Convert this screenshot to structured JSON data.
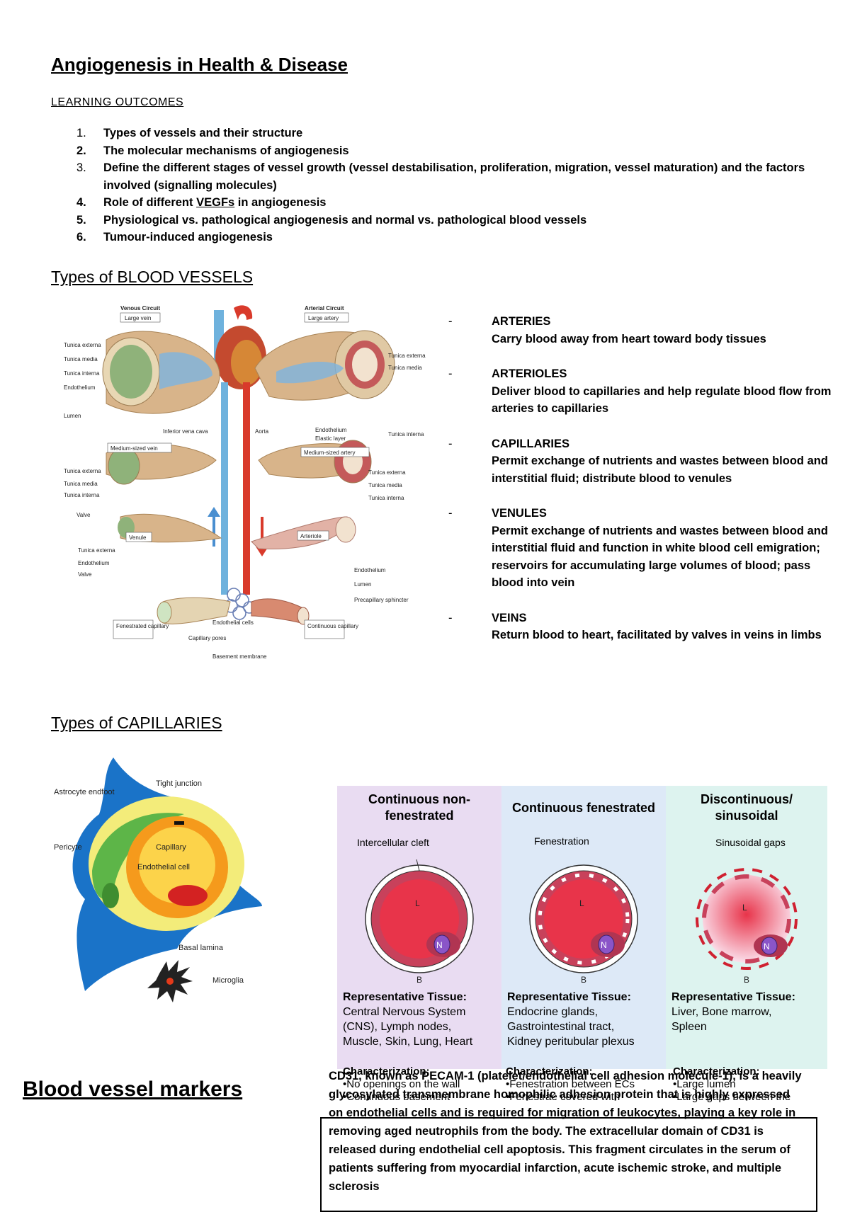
{
  "title": "Angiogenesis in Health & Disease",
  "learning_outcomes": {
    "label": "LEARNING OUTCOMES",
    "items": [
      {
        "num": "1.",
        "text": "Types of vessels and their structure"
      },
      {
        "num": "2.",
        "text": "The molecular mechanisms of angiogenesis"
      },
      {
        "num": "3.",
        "text": "Define the different stages of vessel growth (vessel destabilisation, proliferation, migration, vessel maturation) and the factors involved (signalling molecules)"
      },
      {
        "num": "4.",
        "text_pre": "Role of different ",
        "text_u": "VEGFs",
        "text_post": " in angiogenesis"
      },
      {
        "num": "5.",
        "text": "Physiological vs. pathological angiogenesis and normal vs. pathological blood vessels"
      },
      {
        "num": "6.",
        "text": "Tumour-induced angiogenesis"
      }
    ]
  },
  "blood_vessels": {
    "heading": "Types of BLOOD VESSELS",
    "figure_labels": {
      "venous_circuit": "Venous Circuit",
      "arterial_circuit": "Arterial Circuit",
      "large_vein": "Large vein",
      "large_artery": "Large artery",
      "tunica_externa": "Tunica externa",
      "tunica_media": "Tunica media",
      "tunica_interna": "Tunica interna",
      "endothelium": "Endothelium",
      "lumen": "Lumen",
      "inferior_vena_cava": "Inferior vena cava",
      "aorta": "Aorta",
      "elastic_layer": "Elastic layer",
      "medium_vein": "Medium-sized vein",
      "medium_artery": "Medium-sized artery",
      "valve": "Valve",
      "venule": "Venule",
      "arteriole": "Arteriole",
      "precapillary": "Precapillary sphincter",
      "endothelial_cells": "Endothelial cells",
      "fenestrated_capillary": "Fenestrated capillary",
      "continuous_capillary": "Continuous capillary",
      "capillary_pores": "Capillary pores",
      "basement_membrane": "Basement membrane"
    },
    "list": [
      {
        "name": "ARTERIES",
        "desc": "Carry blood away from heart toward body tissues"
      },
      {
        "name": "ARTERIOLES",
        "desc": "Deliver blood to capillaries and help regulate blood flow from arteries to capillaries"
      },
      {
        "name": "CAPILLARIES",
        "desc": "Permit exchange of nutrients and wastes between blood and interstitial fluid; distribute blood to venules"
      },
      {
        "name": "VENULES",
        "desc": "Permit exchange of nutrients and wastes between blood and interstitial fluid and function in white blood cell emigration; reservoirs for accumulating large volumes of blood; pass blood into vein"
      },
      {
        "name": "VEINS",
        "desc": "Return blood to heart, facilitated by valves in veins in limbs"
      }
    ]
  },
  "capillaries": {
    "heading": "Types of CAPILLARIES",
    "bbb_labels": {
      "astrocyte": "Astrocyte endfoot",
      "tight_junction": "Tight junction",
      "pericyte": "Pericyte",
      "capillary": "Capillary",
      "endothelial_cell": "Endothelial cell",
      "basal_lamina": "Basal lamina",
      "microglia": "Microglia"
    },
    "columns": [
      {
        "title_line1": "Continuous non-",
        "title_line2": "fenestrated",
        "feature": "Intercellular cleft",
        "rep_label": "Representative Tissue:",
        "rep_lines": [
          "Central Nervous System",
          "(CNS), Lymph nodes,",
          "Muscle, Skin, Lung, Heart"
        ],
        "char_label": "Characterization:",
        "char_lines": [
          "•No openings on the wall",
          "•Continuous basement"
        ]
      },
      {
        "title_line1": "Continuous fenestrated",
        "title_line2": "",
        "feature": "Fenestration",
        "rep_label": "Representative Tissue:",
        "rep_lines": [
          "Endocrine glands,",
          "Gastrointestinal tract,",
          "Kidney peritubular  plexus"
        ],
        "char_label": "Characterization:",
        "char_lines": [
          "•Fenestration between ECs",
          "•Fenestrae covered with"
        ]
      },
      {
        "title_line1": "Discontinuous/",
        "title_line2": "sinusoidal",
        "feature": "Sinusoidal gaps",
        "rep_label": "Representative Tissue:",
        "rep_lines": [
          "Liver, Bone marrow,",
          "Spleen"
        ],
        "char_label": "Characterization:",
        "char_lines": [
          "•Large lumen",
          "•Large gaps between the"
        ]
      }
    ],
    "cell_labels": {
      "lumen": "L",
      "nucleus": "N",
      "basement": "B"
    }
  },
  "markers": {
    "heading": "Blood vessel markers",
    "cd31_text": "CD31, known as PECAM-1 (platelet/endothelial cell adhesion molecule-1), is a heavily glycosylated transmembrane homophilic adhesion protein that is highly expressed on endothelial cells and is required for migration of leukocytes, playing a key role in removing aged neutrophils from the body. The extracellular domain of CD31 is released during endothelial cell apoptosis. This fragment circulates in the serum of patients suffering from myocardial infarction, acute ischemic stroke, and multiple sclerosis"
  },
  "colors": {
    "artery_red": "#d93a2b",
    "vein_blue": "#6fb2dd",
    "col1_bg": "#e9dcf2",
    "col2_bg": "#dde9f7",
    "col3_bg": "#ddf3ef",
    "lumen_red": "#e8344a",
    "cell_pink": "#c8415b",
    "nucleus_purple": "#8a55c8"
  }
}
